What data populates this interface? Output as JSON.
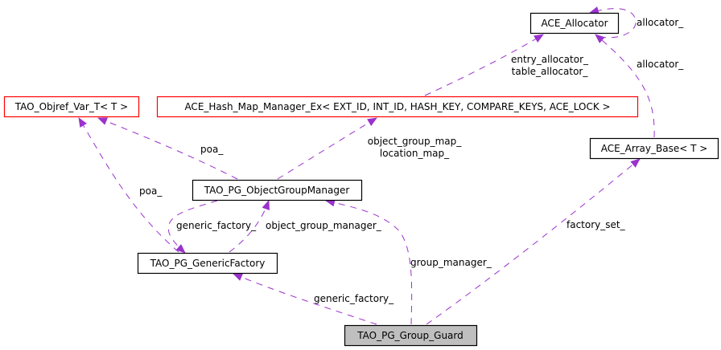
{
  "diagram": {
    "colors": {
      "edge": "#9a32cd",
      "incomplete_border": "#ff0000",
      "complete_border": "#000000",
      "focus_fill": "#bfbfbf"
    },
    "nodes": {
      "allocator": {
        "label": "ACE_Allocator"
      },
      "objref": {
        "label": "TAO_Objref_Var_T< T >"
      },
      "hashmap": {
        "label": "ACE_Hash_Map_Manager_Ex< EXT_ID, INT_ID, HASH_KEY, COMPARE_KEYS, ACE_LOCK >"
      },
      "arraybase": {
        "label": "ACE_Array_Base< T >"
      },
      "ogm": {
        "label": "TAO_PG_ObjectGroupManager"
      },
      "factory": {
        "label": "TAO_PG_GenericFactory"
      },
      "guard": {
        "label": "TAO_PG_Group_Guard"
      }
    },
    "edges": {
      "allocator_self": {
        "label": "allocator_"
      },
      "hashmap_allocator": {
        "label1": "entry_allocator_",
        "label2": "table_allocator_"
      },
      "array_allocator": {
        "label": "allocator_"
      },
      "ogm_objref": {
        "label": "poa_"
      },
      "factory_objref": {
        "label": "poa_"
      },
      "ogm_hashmap": {
        "label1": "object_group_map_",
        "label2": "location_map_"
      },
      "factory_ogm": {
        "label": "object_group_manager_"
      },
      "ogm_factory": {
        "label": "generic_factory_"
      },
      "guard_factory": {
        "label": "generic_factory_"
      },
      "guard_ogm": {
        "label": "group_manager_"
      },
      "guard_array": {
        "label": "factory_set_"
      }
    }
  }
}
